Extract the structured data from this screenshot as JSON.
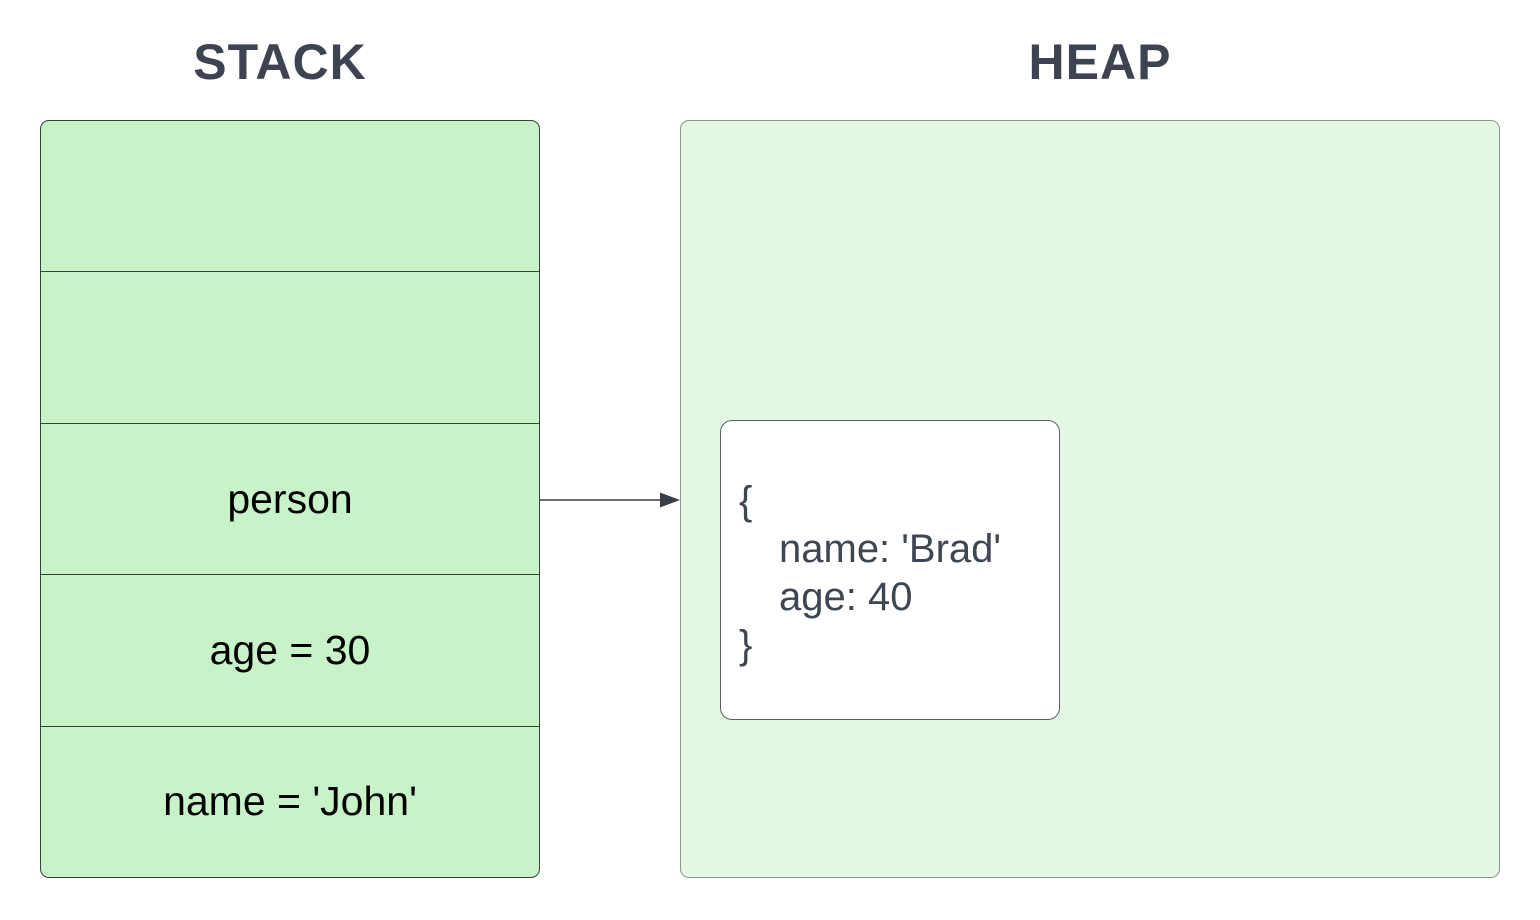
{
  "titles": {
    "stack": "STACK",
    "heap": "HEAP"
  },
  "stack": {
    "cells": [
      {
        "label": ""
      },
      {
        "label": ""
      },
      {
        "label": "person"
      },
      {
        "label": "age = 30"
      },
      {
        "label": "name = 'John'"
      }
    ]
  },
  "heap": {
    "object": {
      "lines": [
        "{",
        "name: 'Brad'",
        "age: 40",
        "}"
      ]
    }
  },
  "arrow": {
    "from": "person",
    "to": "heap-object"
  },
  "colors": {
    "title_text": "#3d4350",
    "stack_fill": "#c8f2c8",
    "stack_border": "#39413d",
    "cell_text": "#000000",
    "heap_fill": "#e4f7e4",
    "heap_border": "#8a988a",
    "object_fill": "#ffffff",
    "object_border": "#586065",
    "object_text": "#3e4651",
    "arrow": "#383f45"
  }
}
